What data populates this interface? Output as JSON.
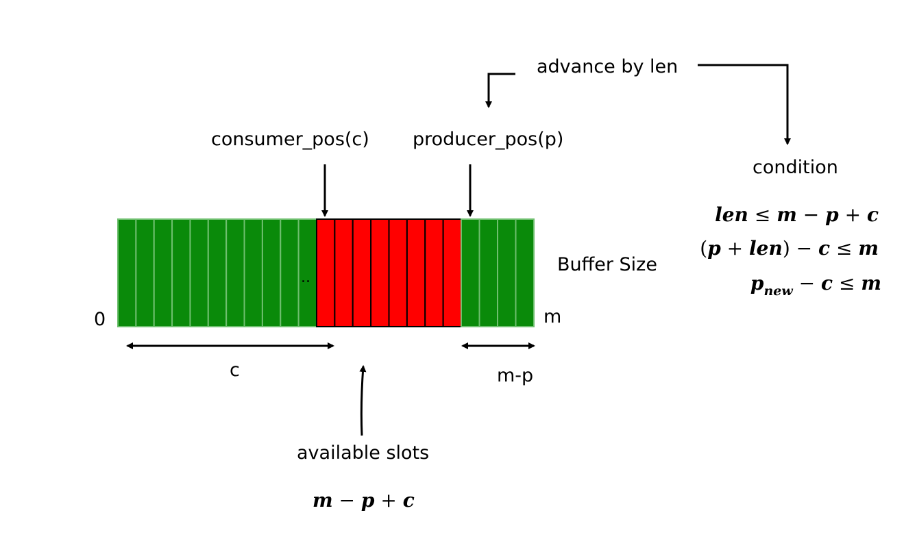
{
  "labels": {
    "advance": "advance by len",
    "consumer": "consumer_pos(c)",
    "producer": "producer_pos(p)",
    "condition": "condition",
    "buffer_size": "Buffer Size",
    "zero": "0",
    "m": "m",
    "c": "c",
    "m_minus_p": "m-p",
    "available": "available slots",
    "dots": ".."
  },
  "formulas": {
    "available": [
      "m",
      " − ",
      "p",
      " + ",
      "c"
    ],
    "cond1": [
      "len",
      " ≤ ",
      "m",
      " − ",
      "p",
      " + ",
      "c"
    ],
    "cond2": [
      "(",
      "p",
      " + ",
      "len",
      ") − ",
      "c",
      " ≤ ",
      "m"
    ],
    "cond3_base": "p",
    "cond3_sub": "new",
    "cond3_rest": [
      "− ",
      "c",
      " ≤ ",
      "m"
    ]
  },
  "buffer": {
    "consumed_cells": 11,
    "available_cells": 8,
    "free_tail_cells": 4
  },
  "colors": {
    "consumed": "#0a8a0a",
    "available": "#ff0000",
    "tail": "#0a8a0a",
    "cell_border_green": "#6fbf6f",
    "cell_border_red": "#000000"
  }
}
